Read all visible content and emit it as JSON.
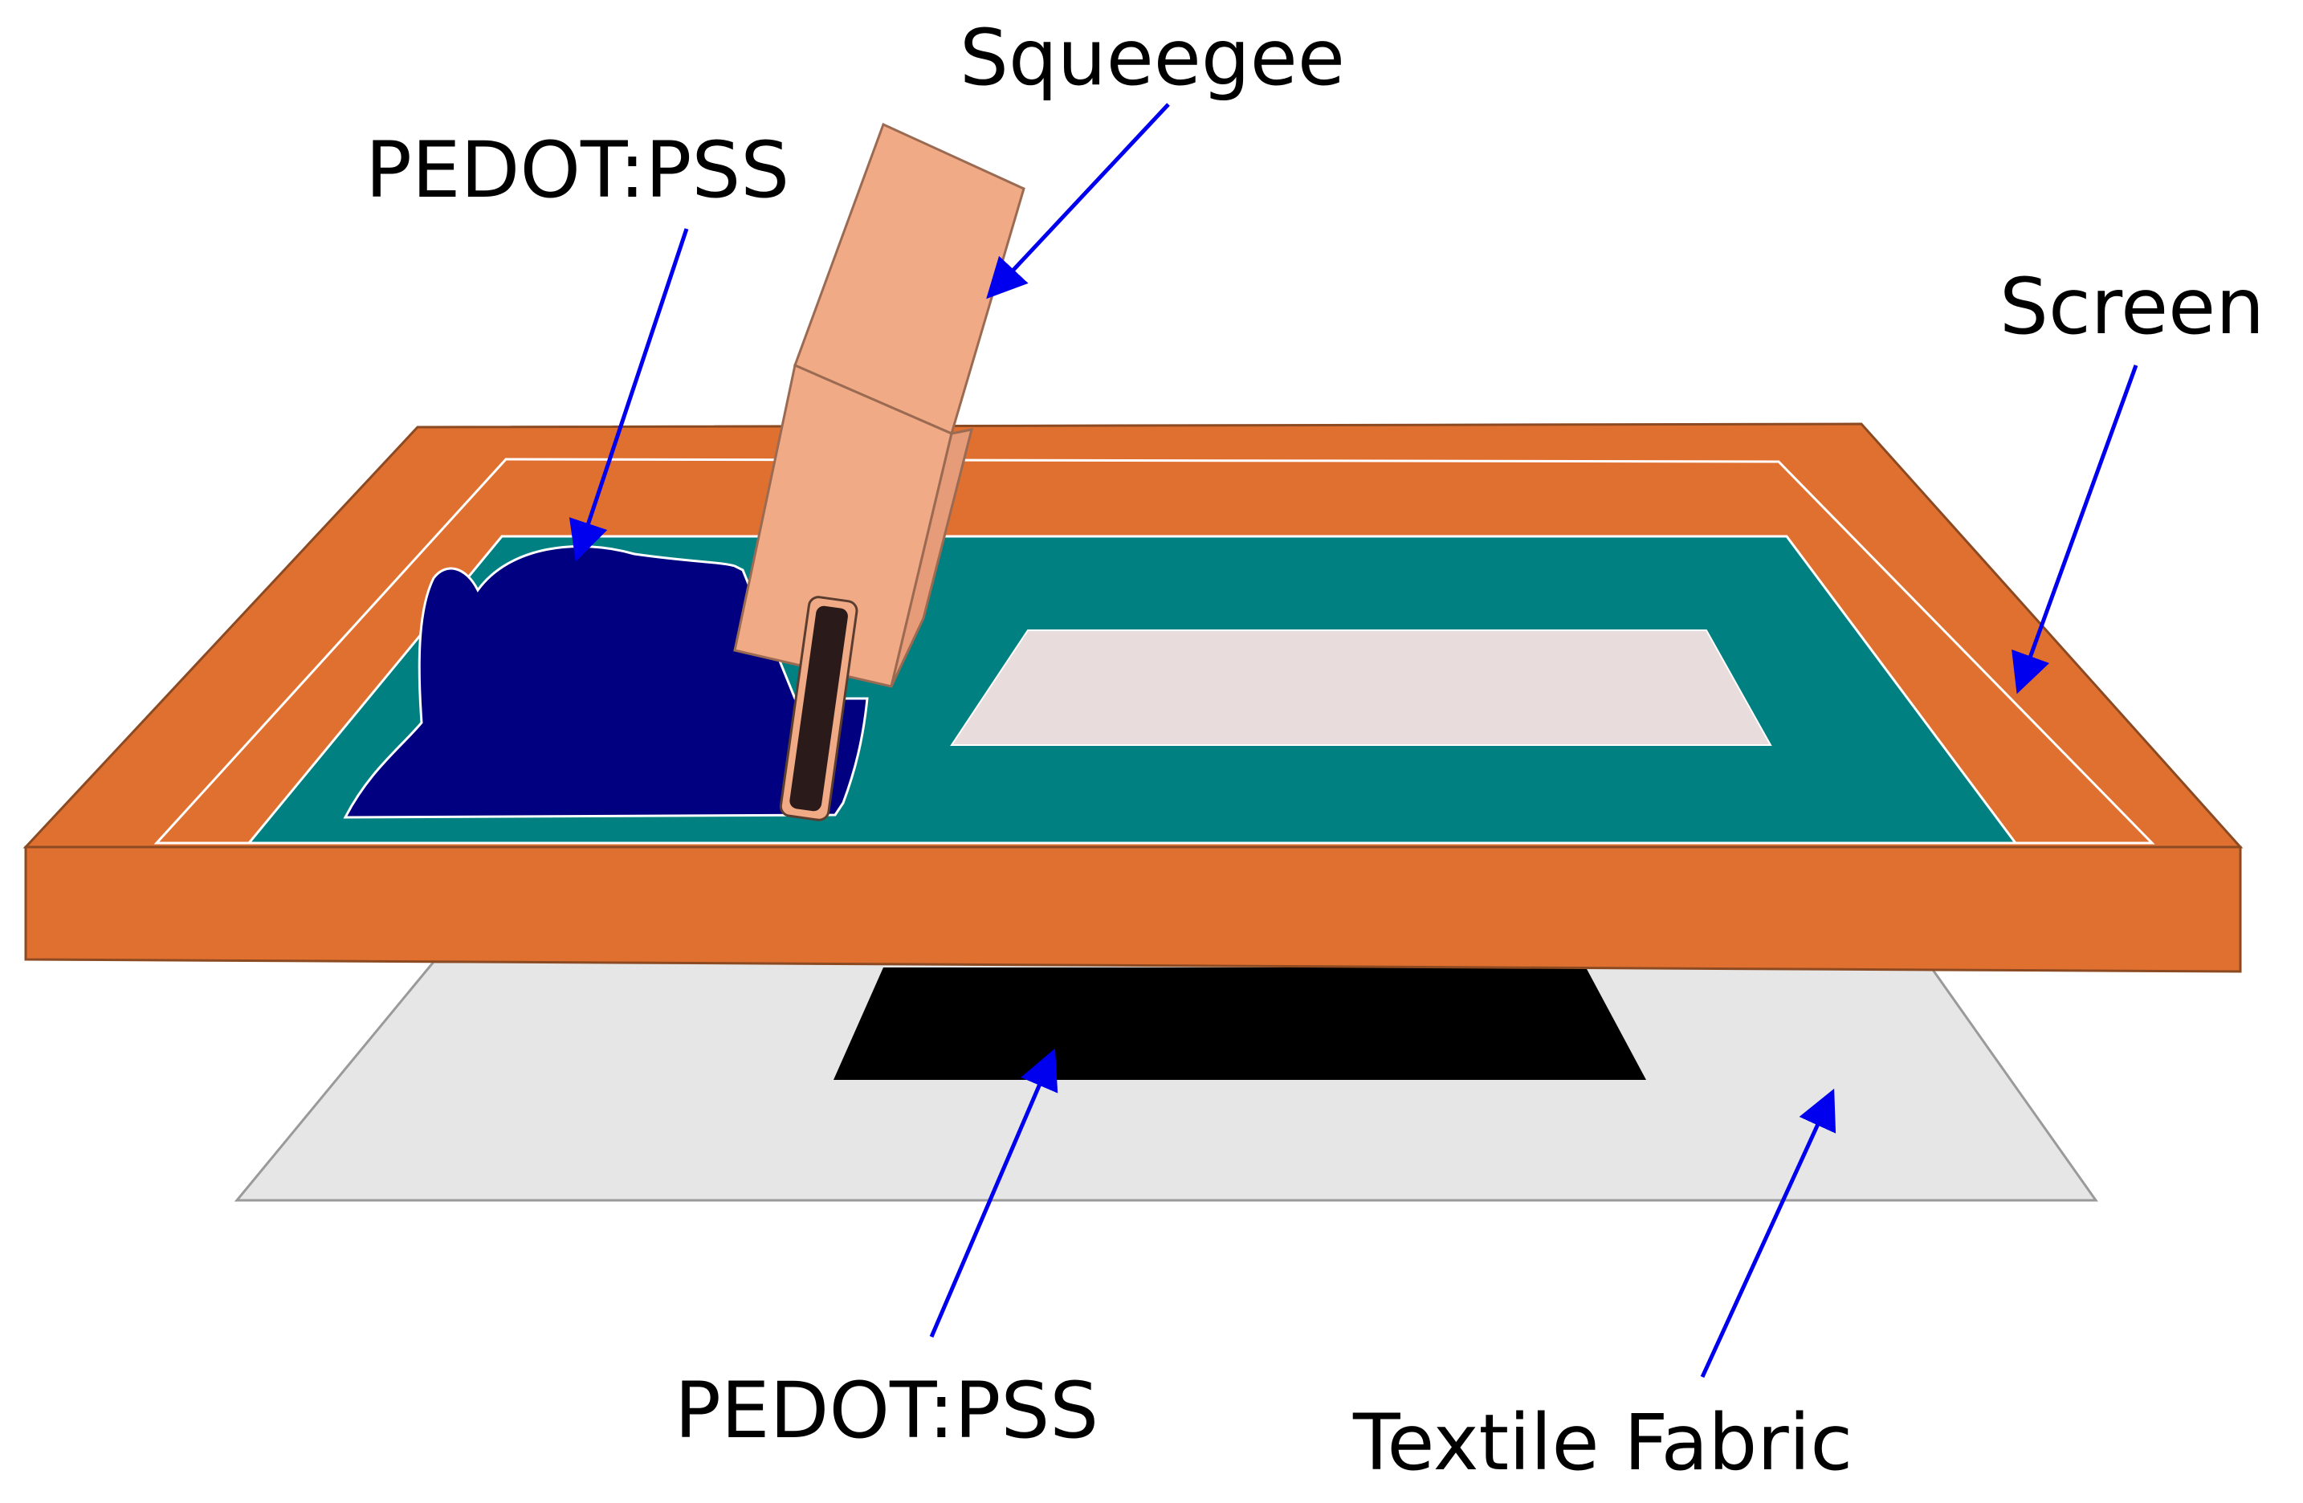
{
  "labels": {
    "squeegee": "Squeegee",
    "paste_top": "PEDOT:PSS",
    "screen": "Screen",
    "print_bottom": "PEDOT:PSS",
    "fabric": "Textile Fabric"
  },
  "colors": {
    "frame": "#E07030",
    "mesh": "#008080",
    "stencil_opening": "#E8DCDC",
    "paste": "#000080",
    "squeegee_handle": "#F0AA86",
    "squeegee_blade": "#2A1A1A",
    "fabric": "#E6E6E6",
    "printed_pattern": "#000000",
    "arrow": "#0000EE"
  }
}
